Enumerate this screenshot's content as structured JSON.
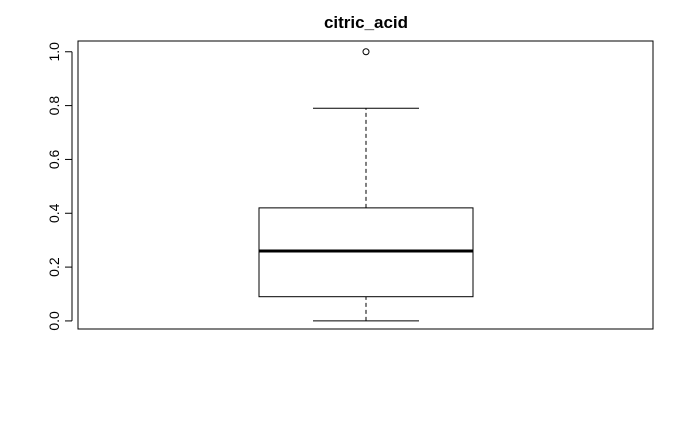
{
  "chart_data": {
    "type": "box",
    "title": "citric_acid",
    "xlabel": "",
    "ylabel": "",
    "ylim": [
      -0.03,
      1.04
    ],
    "yticks": [
      {
        "value": 0.0,
        "label": "0.0"
      },
      {
        "value": 0.2,
        "label": "0.2"
      },
      {
        "value": 0.4,
        "label": "0.4"
      },
      {
        "value": 0.6,
        "label": "0.6"
      },
      {
        "value": 0.8,
        "label": "0.8"
      },
      {
        "value": 1.0,
        "label": "1.0"
      }
    ],
    "box": {
      "whisker_low": 0.0,
      "q1": 0.09,
      "median": 0.26,
      "q3": 0.42,
      "whisker_high": 0.79
    },
    "outliers": [
      1.0
    ],
    "grid": false,
    "colors": {
      "box": "#000000",
      "background": "#ffffff"
    }
  }
}
